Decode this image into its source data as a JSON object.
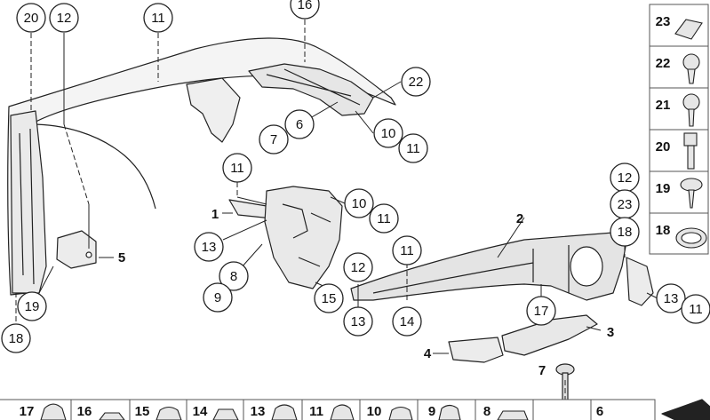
{
  "diagram": {
    "callouts": [
      {
        "id": "c20",
        "label": "20"
      },
      {
        "id": "c12a",
        "label": "12"
      },
      {
        "id": "c11a",
        "label": "11"
      },
      {
        "id": "c16",
        "label": "16"
      },
      {
        "id": "c22",
        "label": "22"
      },
      {
        "id": "c6",
        "label": "6"
      },
      {
        "id": "c7",
        "label": "7"
      },
      {
        "id": "c10a",
        "label": "10"
      },
      {
        "id": "c11b",
        "label": "11"
      },
      {
        "id": "c11c",
        "label": "11"
      },
      {
        "id": "c10b",
        "label": "10"
      },
      {
        "id": "c11d",
        "label": "11"
      },
      {
        "id": "c13a",
        "label": "13"
      },
      {
        "id": "c8",
        "label": "8"
      },
      {
        "id": "c9",
        "label": "9"
      },
      {
        "id": "c15",
        "label": "15"
      },
      {
        "id": "c12b",
        "label": "12"
      },
      {
        "id": "c13b",
        "label": "13"
      },
      {
        "id": "c11e",
        "label": "11"
      },
      {
        "id": "c14",
        "label": "14"
      },
      {
        "id": "c12c",
        "label": "12"
      },
      {
        "id": "c23",
        "label": "23"
      },
      {
        "id": "c18a",
        "label": "18"
      },
      {
        "id": "c17",
        "label": "17"
      },
      {
        "id": "c13c",
        "label": "13"
      },
      {
        "id": "c11f",
        "label": "11"
      },
      {
        "id": "c19",
        "label": "19"
      },
      {
        "id": "c18b",
        "label": "18"
      }
    ],
    "plain_labels": [
      {
        "id": "l5",
        "label": "5"
      },
      {
        "id": "l1",
        "label": "1"
      },
      {
        "id": "l2",
        "label": "2"
      },
      {
        "id": "l3",
        "label": "3"
      },
      {
        "id": "l4",
        "label": "4"
      },
      {
        "id": "l7",
        "label": "7"
      }
    ],
    "side_panel": [
      "23",
      "22",
      "21",
      "20",
      "19",
      "18"
    ],
    "bottom_strip": [
      "17",
      "16",
      "15",
      "14",
      "13",
      "11",
      "10",
      "9",
      "8",
      "6"
    ]
  }
}
